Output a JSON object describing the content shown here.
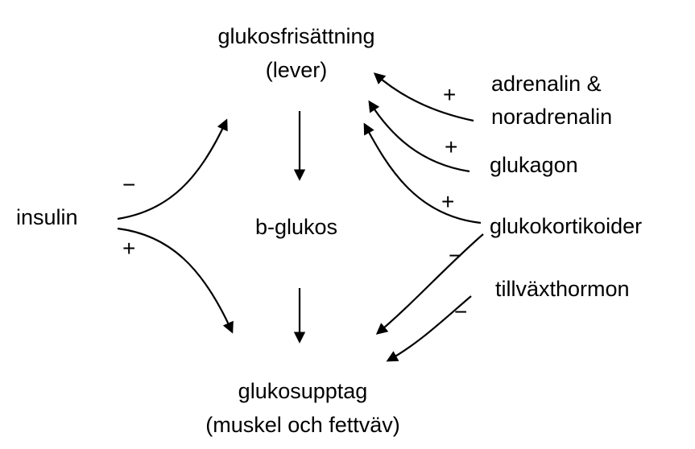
{
  "diagram": {
    "nodes": {
      "glucose_release": {
        "line1": "glukosfrisättning",
        "line2": "(lever)"
      },
      "blood_glucose": "b-glukos",
      "glucose_uptake": {
        "line1": "glukosupptag",
        "line2": "(muskel och fettväv)"
      },
      "insulin": "insulin"
    },
    "hormones": {
      "adrenalin": {
        "line1": "adrenalin &",
        "line2": "noradrenalin"
      },
      "glukagon": "glukagon",
      "glukokortikoider": "glukokortikoider",
      "tillvaxthormon": "tillväxthormon"
    },
    "signs": {
      "insulin_to_release": "−",
      "insulin_to_uptake": "+",
      "adrenalin_to_release": "+",
      "glukagon_to_release": "+",
      "glukokortikoider_to_release": "+",
      "glukokortikoider_to_uptake": "−",
      "tillvaxthormon_to_uptake": "−"
    },
    "colors": {
      "background": "#ffffff",
      "text": "#000000",
      "arrow": "#000000"
    }
  }
}
